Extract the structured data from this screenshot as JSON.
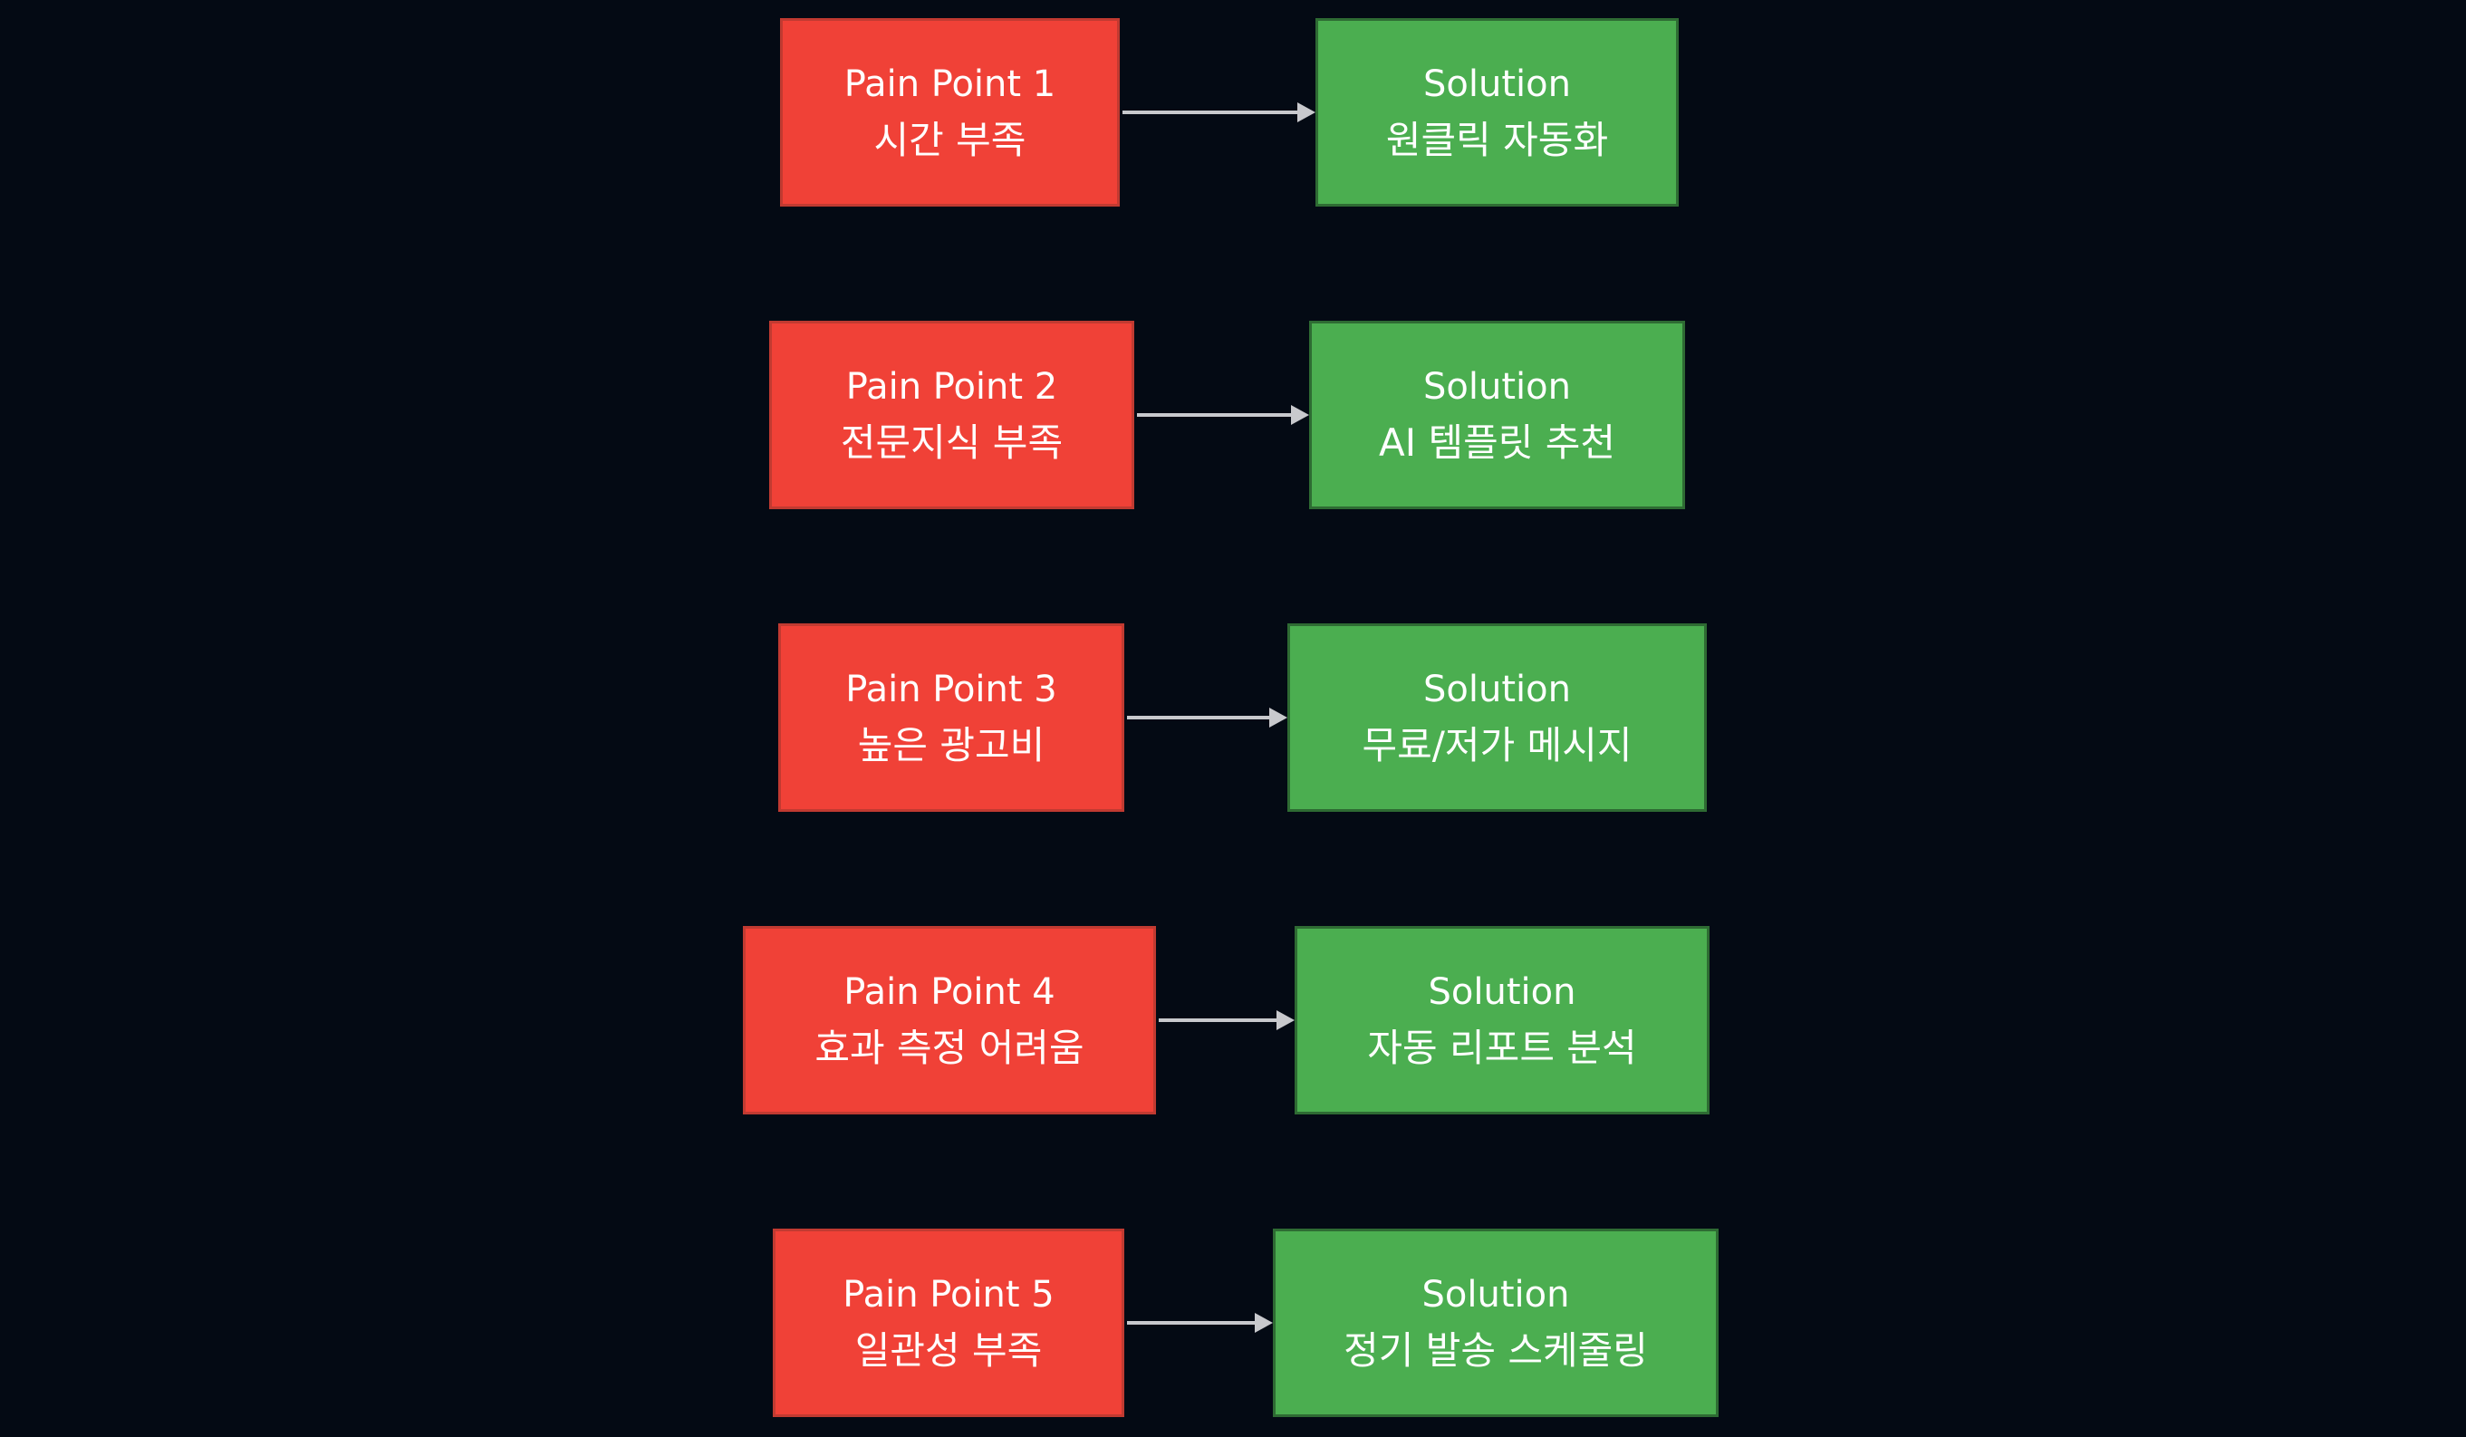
{
  "diagram": {
    "description": "Pain point to solution mapping diagram",
    "colors": {
      "background": "#040A14",
      "pain_fill": "#F04137",
      "pain_border": "#C13A31",
      "solution_fill": "#4BAE50",
      "solution_border": "#2E6B33",
      "arrow": "#C8C9CD",
      "text": "#FFFFFF"
    },
    "rows": [
      {
        "pain_title": "Pain Point 1",
        "pain_subtitle": "시간 부족",
        "solution_title": "Solution",
        "solution_subtitle": "원클릭 자동화"
      },
      {
        "pain_title": "Pain Point 2",
        "pain_subtitle": "전문지식 부족",
        "solution_title": "Solution",
        "solution_subtitle": "AI 템플릿 추천"
      },
      {
        "pain_title": "Pain Point 3",
        "pain_subtitle": "높은 광고비",
        "solution_title": "Solution",
        "solution_subtitle": "무료/저가 메시지"
      },
      {
        "pain_title": "Pain Point 4",
        "pain_subtitle": "효과 측정 어려움",
        "solution_title": "Solution",
        "solution_subtitle": "자동 리포트 분석"
      },
      {
        "pain_title": "Pain Point 5",
        "pain_subtitle": "일관성 부족",
        "solution_title": "Solution",
        "solution_subtitle": "정기 발송 스케줄링"
      }
    ]
  }
}
